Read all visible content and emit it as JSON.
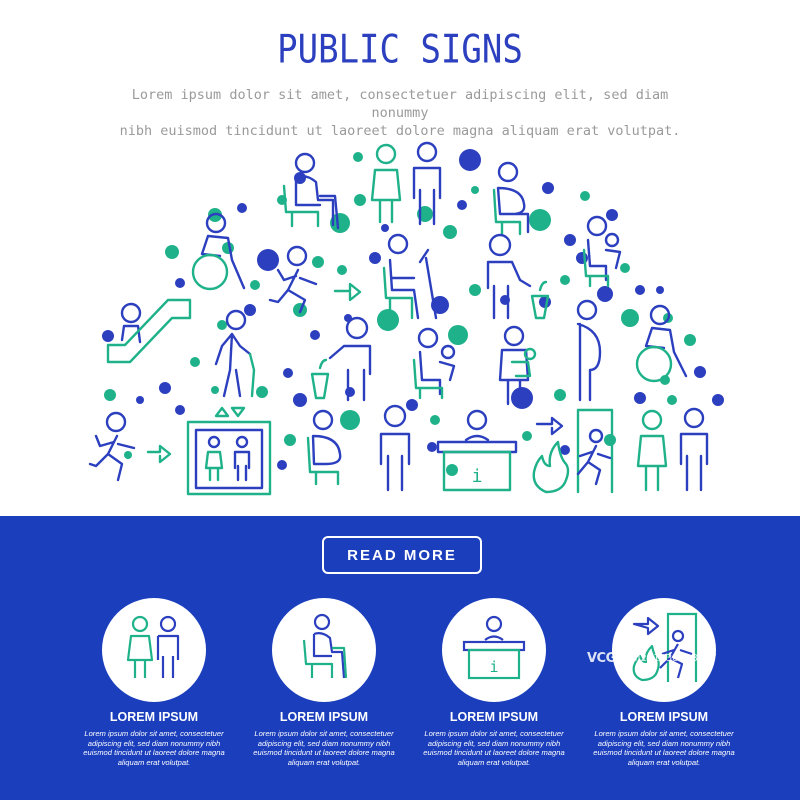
{
  "header": {
    "title": "PUBLIC SIGNS",
    "subtitle_line1": "Lorem ipsum dolor sit amet, consectetuer adipiscing elit, sed diam nonummy",
    "subtitle_line2": "nibh euismod tincidunt ut laoreet dolore magna aliquam erat volutpat."
  },
  "colors": {
    "primary_blue": "#2b3fbf",
    "accent_green": "#1fb28a",
    "band_blue": "#1b3fbc",
    "subtitle_gray": "#9a9a9a"
  },
  "illustration": {
    "icons": [
      "elderly-seat-icon",
      "woman-icon",
      "man-icon",
      "pregnant-seat-icon",
      "wheelchair-icon",
      "running-person-icon",
      "crutch-seat-icon",
      "litter-bin-icon",
      "child-seat-icon",
      "escalator-icon",
      "elderly-cane-icon",
      "pregnant-woman-icon",
      "parent-child-seat-icon",
      "mother-baby-icon",
      "emergency-exit-icon",
      "elevator-icon",
      "information-desk-icon",
      "fire-icon",
      "direction-arrow-icon"
    ],
    "info_symbol": "i"
  },
  "cta": {
    "label": "READ MORE"
  },
  "cards": [
    {
      "icon": "restroom-icon",
      "title": "LOREM IPSUM",
      "text_lines": [
        "Lorem ipsum dolor sit amet, consectetuer",
        "adipiscing elit, sed diam nonummy nibh",
        "euismod tincidunt ut laoreet dolore magna",
        "aliquam erat volutpat."
      ]
    },
    {
      "icon": "elderly-seat-icon",
      "title": "LOREM IPSUM",
      "text_lines": [
        "Lorem ipsum dolor sit amet, consectetuer",
        "adipiscing elit, sed diam nonummy nibh",
        "euismod tincidunt ut laoreet dolore magna",
        "aliquam erat volutpat."
      ]
    },
    {
      "icon": "information-desk-icon",
      "title": "LOREM IPSUM",
      "info_symbol": "i",
      "text_lines": [
        "Lorem ipsum dolor sit amet, consectetuer",
        "adipiscing elit, sed diam nonummy nibh",
        "euismod tincidunt ut laoreet dolore magna",
        "aliquam erat volutpat."
      ]
    },
    {
      "icon": "emergency-exit-icon",
      "title": "LOREM IPSUM",
      "text_lines": [
        "Lorem ipsum dolor sit amet, consectetuer",
        "adipiscing elit, sed diam nonummy nibh",
        "euismod tincidunt ut laoreet dolore magna",
        "aliquam erat volutpat."
      ]
    }
  ],
  "watermark": {
    "brand": "VCG",
    "code": "GI211238408667"
  }
}
